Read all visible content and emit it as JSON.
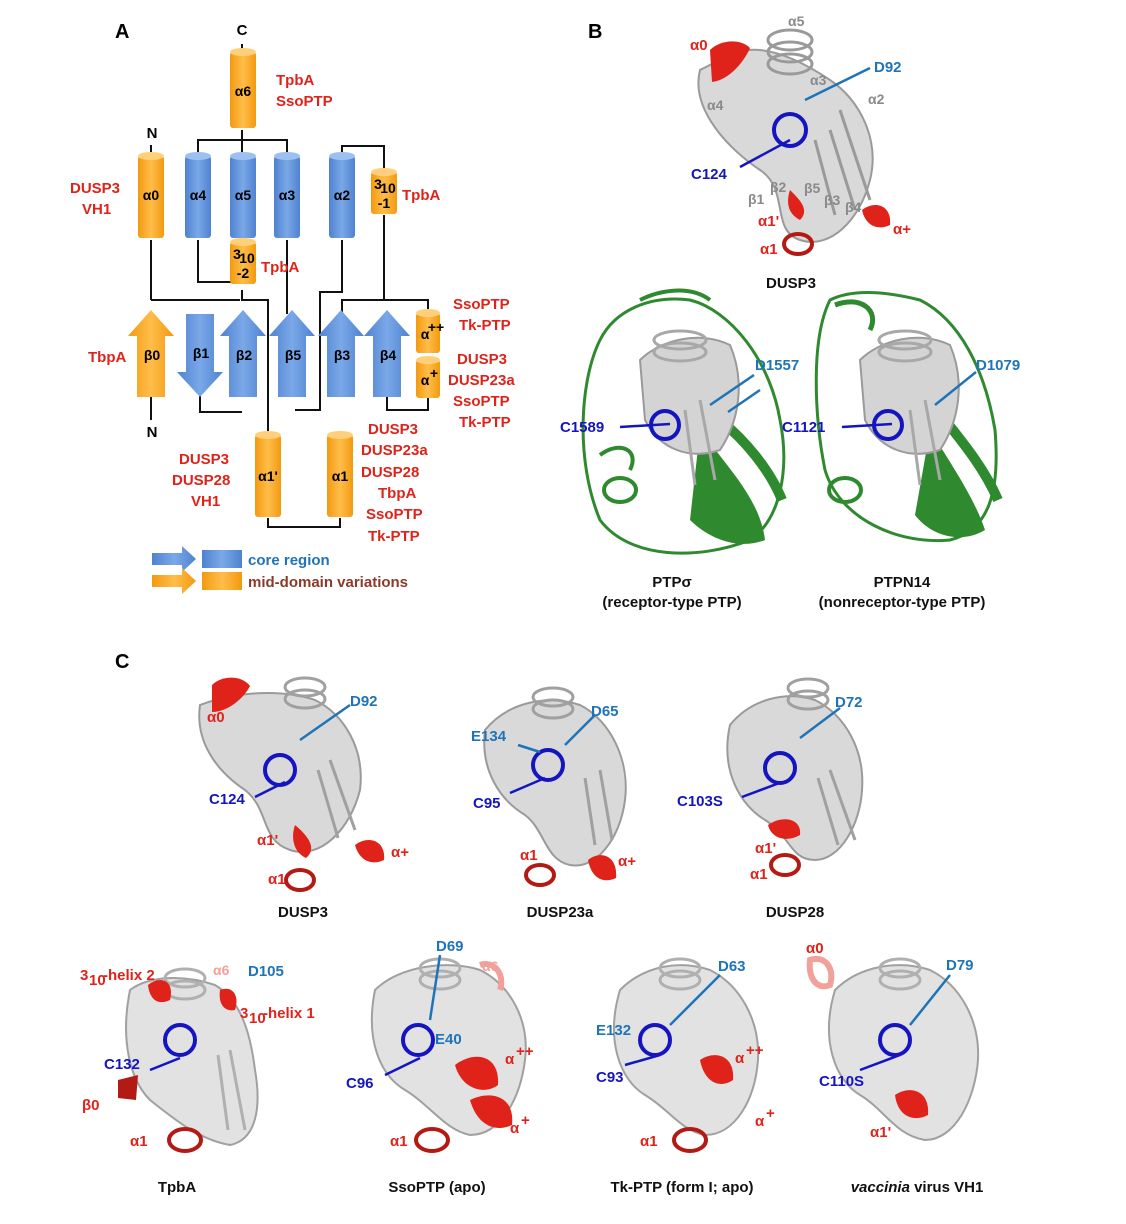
{
  "panel_a": {
    "letter": "A",
    "c_term": "C",
    "n_term_top": "N",
    "n_term_bottom": "N",
    "helices": {
      "a6": "α6",
      "a0": "α0",
      "a4": "α4",
      "a5": "α5",
      "a3": "α3",
      "a2": "α2",
      "h310_1_top": "3",
      "h310_1_sub": "10",
      "h310_1_bottom": "-1",
      "h310_2_top": "3",
      "h310_2_sub": "10",
      "h310_2_bottom": "-2",
      "app": "α",
      "app_sup": "++",
      "ap": "α",
      "ap_sup": "+",
      "a1p": "α1'",
      "a1": "α1"
    },
    "strands": {
      "b0": "β0",
      "b1": "β1",
      "b2": "β2",
      "b5": "β5",
      "b3": "β3",
      "b4": "β4"
    },
    "labels": {
      "a6": [
        "TpbA",
        "SsoPTP"
      ],
      "a0": [
        "DUSP3",
        "VH1"
      ],
      "h310_1": [
        "TpbA"
      ],
      "h310_2": [
        "TpbA"
      ],
      "b0": [
        "TbpA"
      ],
      "app": [
        "SsoPTP",
        "Tk-PTP"
      ],
      "ap": [
        "DUSP3",
        "DUSP23a",
        "SsoPTP",
        "Tk-PTP"
      ],
      "a1p": [
        "DUSP3",
        "DUSP28",
        "VH1"
      ],
      "a1": [
        "DUSP3",
        "DUSP23a",
        "DUSP28",
        "TbpA",
        "SsoPTP",
        "Tk-PTP"
      ]
    },
    "legend": {
      "core": "core region",
      "variation": "mid-domain variations"
    }
  },
  "panel_b": {
    "letter": "B",
    "dusp3": {
      "caption": "DUSP3",
      "red": [
        "α0",
        "α1'",
        "α1",
        "α+"
      ],
      "grey": [
        "α5",
        "α3",
        "α2",
        "α4",
        "β1",
        "β2",
        "β5",
        "β3",
        "β4"
      ],
      "asp": "D92",
      "cys": "C124"
    },
    "ptpsigma": {
      "caption_1": "PTPσ",
      "caption_2": "(receptor-type PTP)",
      "asp": "D1557",
      "cys": "C1589"
    },
    "ptpn14": {
      "caption_1": "PTPN14",
      "caption_2": "(nonreceptor-type PTP)",
      "asp": "D1079",
      "cys": "C1121"
    }
  },
  "panel_c": {
    "letter": "C",
    "structures": [
      {
        "caption": "DUSP3",
        "asp": "D92",
        "cys": "C124",
        "red": [
          "α0",
          "α1'",
          "α1",
          "α+"
        ]
      },
      {
        "caption": "DUSP23a",
        "asp": "D65",
        "glu": "E134",
        "cys": "C95",
        "red": [
          "α1",
          "α+"
        ]
      },
      {
        "caption": "DUSP28",
        "asp": "D72",
        "cys": "C103S",
        "red": [
          "α1'",
          "α1"
        ]
      },
      {
        "caption": "TpbA",
        "asp": "D105",
        "cys": "C132",
        "faint": "α6",
        "red": [
          "3",
          "10",
          "-helix 2",
          "3",
          "10",
          "-helix 1",
          "β0",
          "α1"
        ]
      },
      {
        "caption": "SsoPTP (apo)",
        "asp": "D69",
        "glu": "E40",
        "cys": "C96",
        "faint": "α6",
        "red": [
          "α",
          "++",
          "α",
          "+",
          "α1"
        ]
      },
      {
        "caption": "Tk-PTP (form I; apo)",
        "asp": "D63",
        "glu": "E132",
        "cys": "C93",
        "red": [
          "α",
          "++",
          "α",
          "+",
          "α1"
        ]
      },
      {
        "caption_italic": "vaccinia",
        "caption_rest": " virus VH1",
        "asp": "D79",
        "cys": "C110S",
        "red": [
          "α0",
          "α1'"
        ]
      }
    ]
  },
  "colors": {
    "core": "#5b8fd6",
    "variation": "#f7a01d",
    "red": "#e0231a",
    "asp_blue": "#1f74b8",
    "cys_blue": "#1515c0",
    "green": "#2f8a2f",
    "grey": "#a8a8a8",
    "legend_variation_text": "#8b3a2a"
  }
}
